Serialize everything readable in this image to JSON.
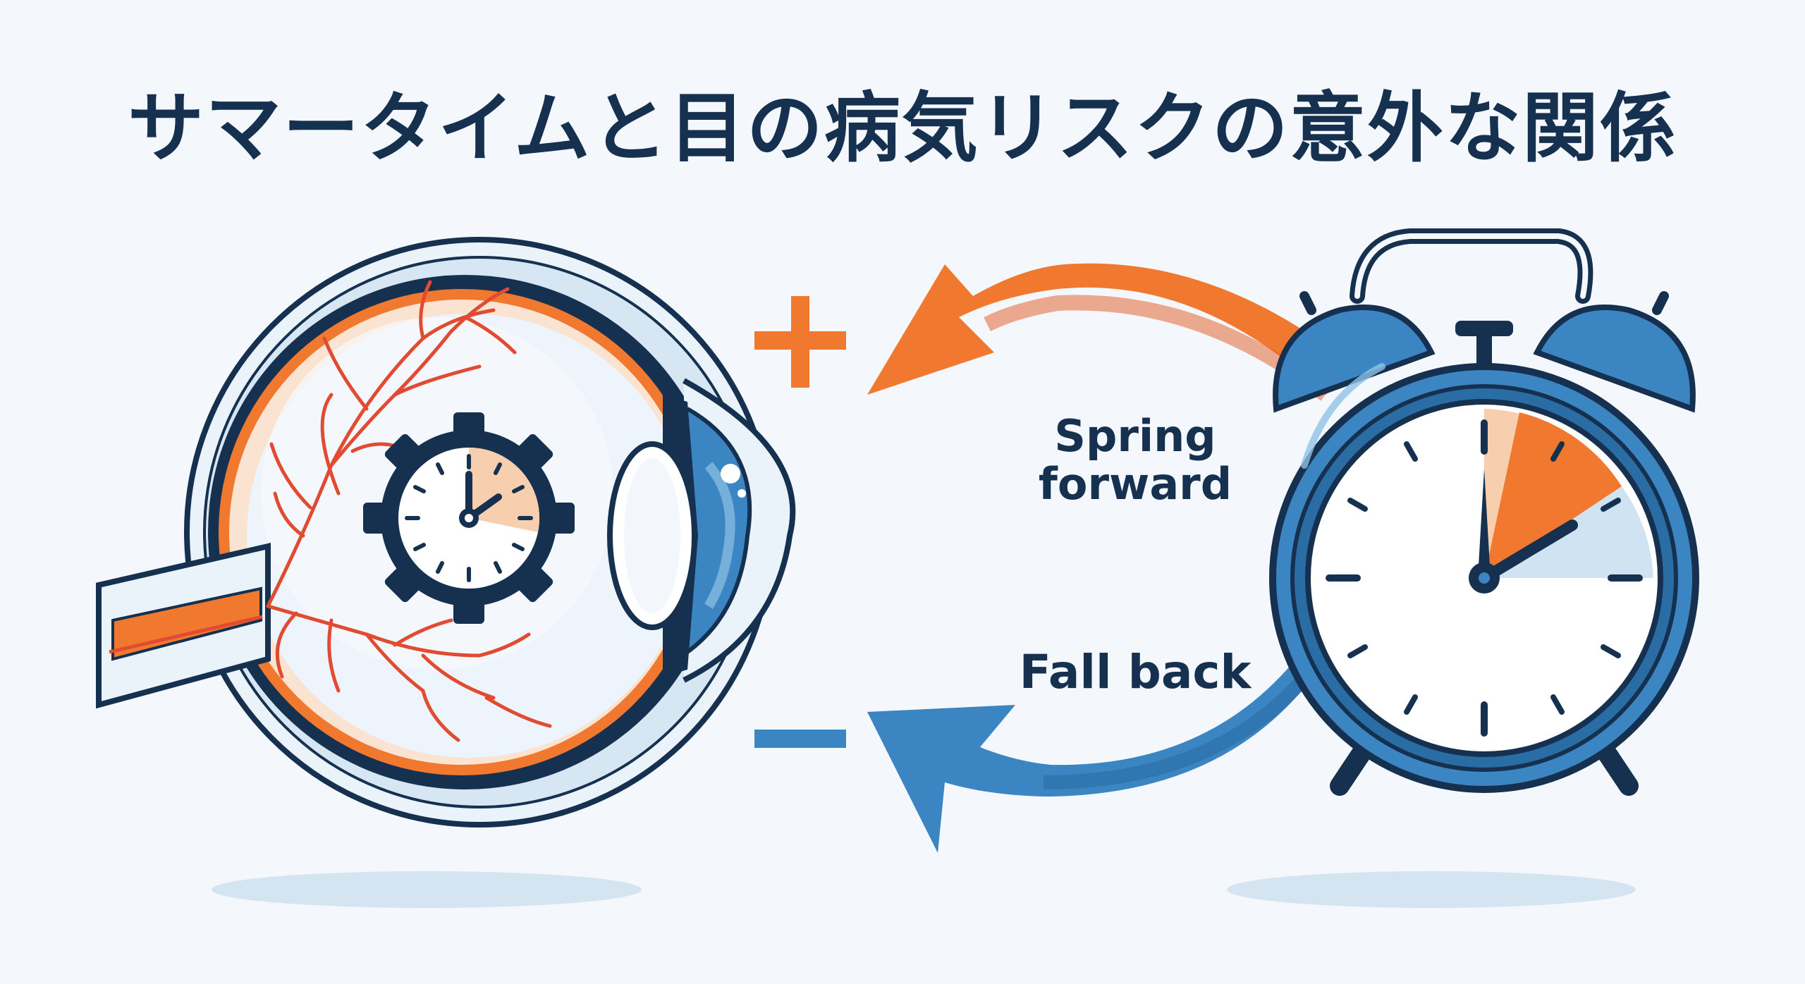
{
  "title": "サマータイムと目の病気リスクの意外な関係",
  "labels": {
    "spring_line1": "Spring",
    "spring_line2": "forward",
    "fall": "Fall back"
  },
  "symbols": {
    "plus": "+",
    "minus": "−"
  },
  "icons": [
    "eye-cross-section-icon",
    "retina-blood-vessels-icon",
    "gear-clock-icon",
    "alarm-clock-icon",
    "orange-arrow-icon",
    "blue-arrow-icon",
    "plus-icon",
    "minus-icon"
  ],
  "colors": {
    "navy": "#16304f",
    "orange": "#f0792f",
    "blue": "#3b86c2",
    "light_blue": "#cfe3f3",
    "peach": "#f8cfae",
    "background": "#f4f7fb"
  }
}
